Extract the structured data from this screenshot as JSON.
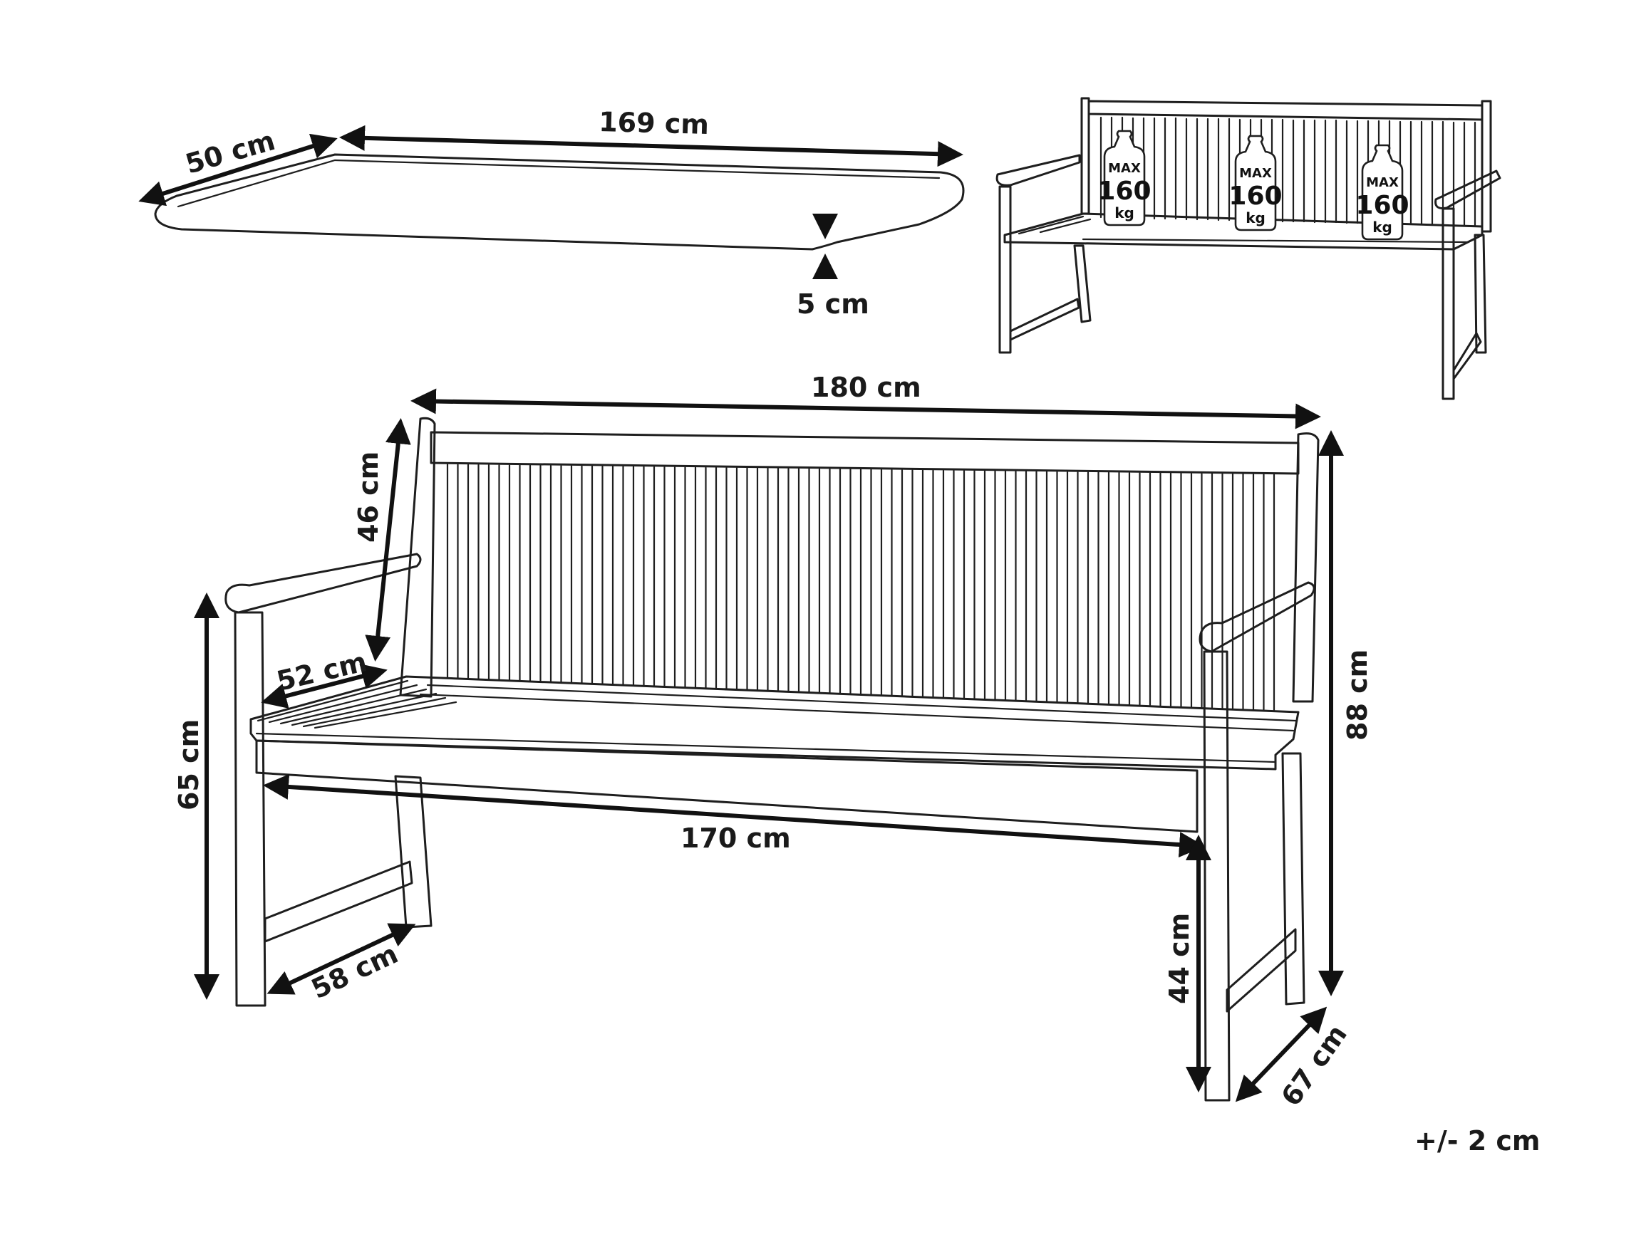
{
  "cushion": {
    "depth_label": "50 cm",
    "width_label": "169 cm",
    "thickness_label": "5 cm"
  },
  "load_capacity": {
    "weights": [
      {
        "max_label": "MAX",
        "value_label": "160",
        "unit_label": "kg"
      },
      {
        "max_label": "MAX",
        "value_label": "160",
        "unit_label": "kg"
      },
      {
        "max_label": "MAX",
        "value_label": "160",
        "unit_label": "kg"
      }
    ]
  },
  "bench": {
    "overall_width_label": "180 cm",
    "backrest_height_label": "46 cm",
    "seat_depth_label": "52 cm",
    "armrest_height_label": "65 cm",
    "seat_width_label": "170 cm",
    "total_height_label": "88 cm",
    "seat_height_label": "44 cm",
    "side_depth_label": "58 cm",
    "overall_depth_label": "67 cm"
  },
  "tolerance_label": "+/- 2 cm"
}
